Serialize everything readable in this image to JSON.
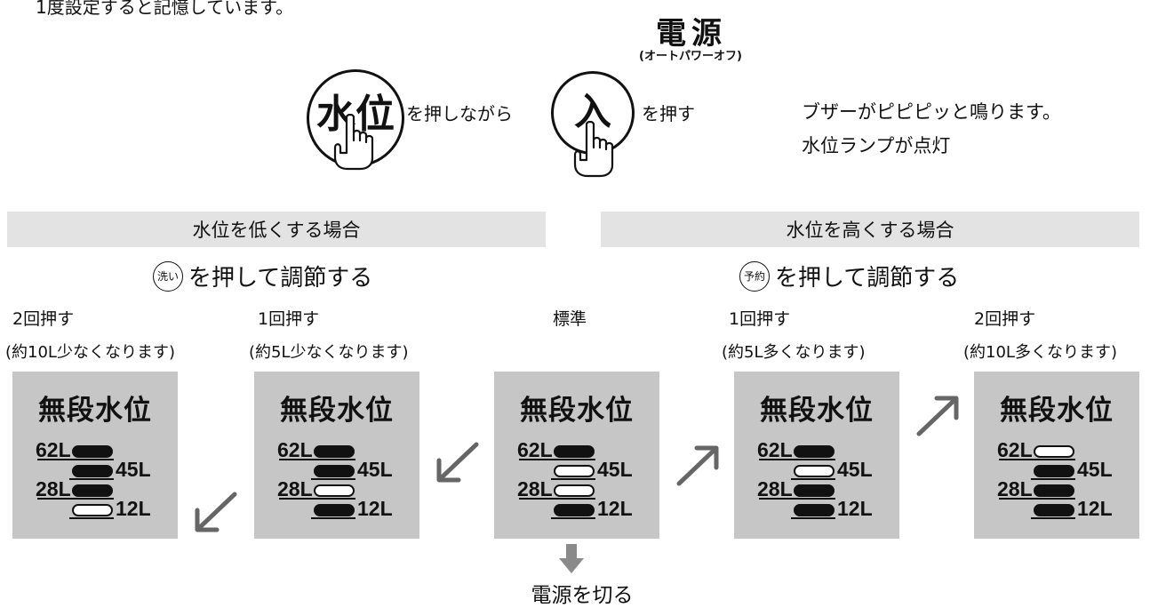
{
  "top_note": "1度設定すると記憶しています。",
  "power_button": {
    "title": "電源",
    "subtitle": "(オートパワーオフ)"
  },
  "buttons": {
    "water_level": "水位",
    "on": "入"
  },
  "instruction": {
    "press_while": "を押しながら",
    "press": "を押す",
    "buzzer": "ブザーがピピピッと鳴ります。",
    "lamp": "水位ランプが点灯"
  },
  "sections": {
    "lower": {
      "header": "水位を低くする場合",
      "button": "洗い",
      "action": "を押して調節する"
    },
    "higher": {
      "header": "水位を高くする場合",
      "button": "予約",
      "action": "を押して調節する"
    }
  },
  "panels": [
    {
      "step": "2回押す",
      "note": "(約10L少なくなります)",
      "title": "無段水位",
      "labels": [
        "62L",
        "45L",
        "28L",
        "12L"
      ],
      "lamps_lit": [
        true,
        true,
        true,
        false
      ]
    },
    {
      "step": "1回押す",
      "note": "(約5L少なくなります)",
      "title": "無段水位",
      "labels": [
        "62L",
        "45L",
        "28L",
        "12L"
      ],
      "lamps_lit": [
        true,
        true,
        false,
        true
      ]
    },
    {
      "step": "標準",
      "note": "",
      "title": "無段水位",
      "labels": [
        "62L",
        "45L",
        "28L",
        "12L"
      ],
      "lamps_lit": [
        true,
        false,
        false,
        true
      ]
    },
    {
      "step": "1回押す",
      "note": "(約5L多くなります)",
      "title": "無段水位",
      "labels": [
        "62L",
        "45L",
        "28L",
        "12L"
      ],
      "lamps_lit": [
        true,
        false,
        true,
        true
      ]
    },
    {
      "step": "2回押す",
      "note": "(約10L多くなります)",
      "title": "無段水位",
      "labels": [
        "62L",
        "45L",
        "28L",
        "12L"
      ],
      "lamps_lit": [
        false,
        true,
        true,
        true
      ]
    }
  ],
  "power_off": "電源を切る",
  "colors": {
    "panel_bg": "#c6c6c6",
    "bar_bg": "#e3e3e3",
    "arrow": "#666666",
    "down_arrow": "#8a8a8a",
    "lamp_on": "#111111",
    "lamp_off": "#ffffff"
  },
  "icons": [
    "pointing-hand-icon",
    "diagonal-arrow-icon",
    "down-arrow-icon"
  ]
}
